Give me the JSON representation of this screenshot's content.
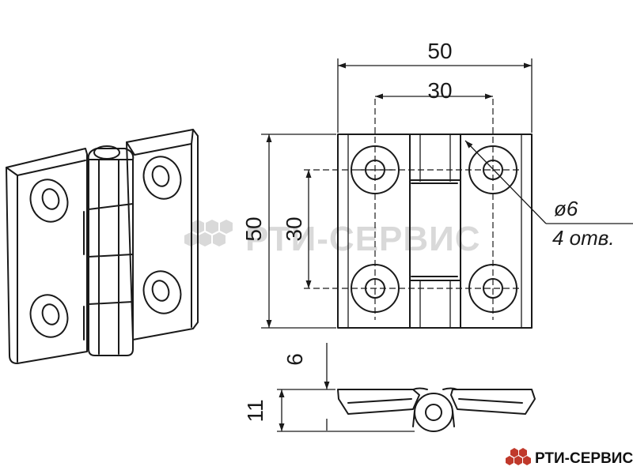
{
  "dimensions": {
    "overall_width": "50",
    "hole_spacing_horizontal": "30",
    "overall_height": "50",
    "hole_spacing_vertical": "30",
    "hole_diameter": "ø6",
    "hole_count": "4 отв.",
    "leaf_thickness": "6",
    "knuckle_height": "11"
  },
  "watermark": {
    "text": "РТИ-СЕРВИС"
  },
  "brand": {
    "text": "РТИ-СЕРВИС",
    "color": "#c0392b"
  }
}
